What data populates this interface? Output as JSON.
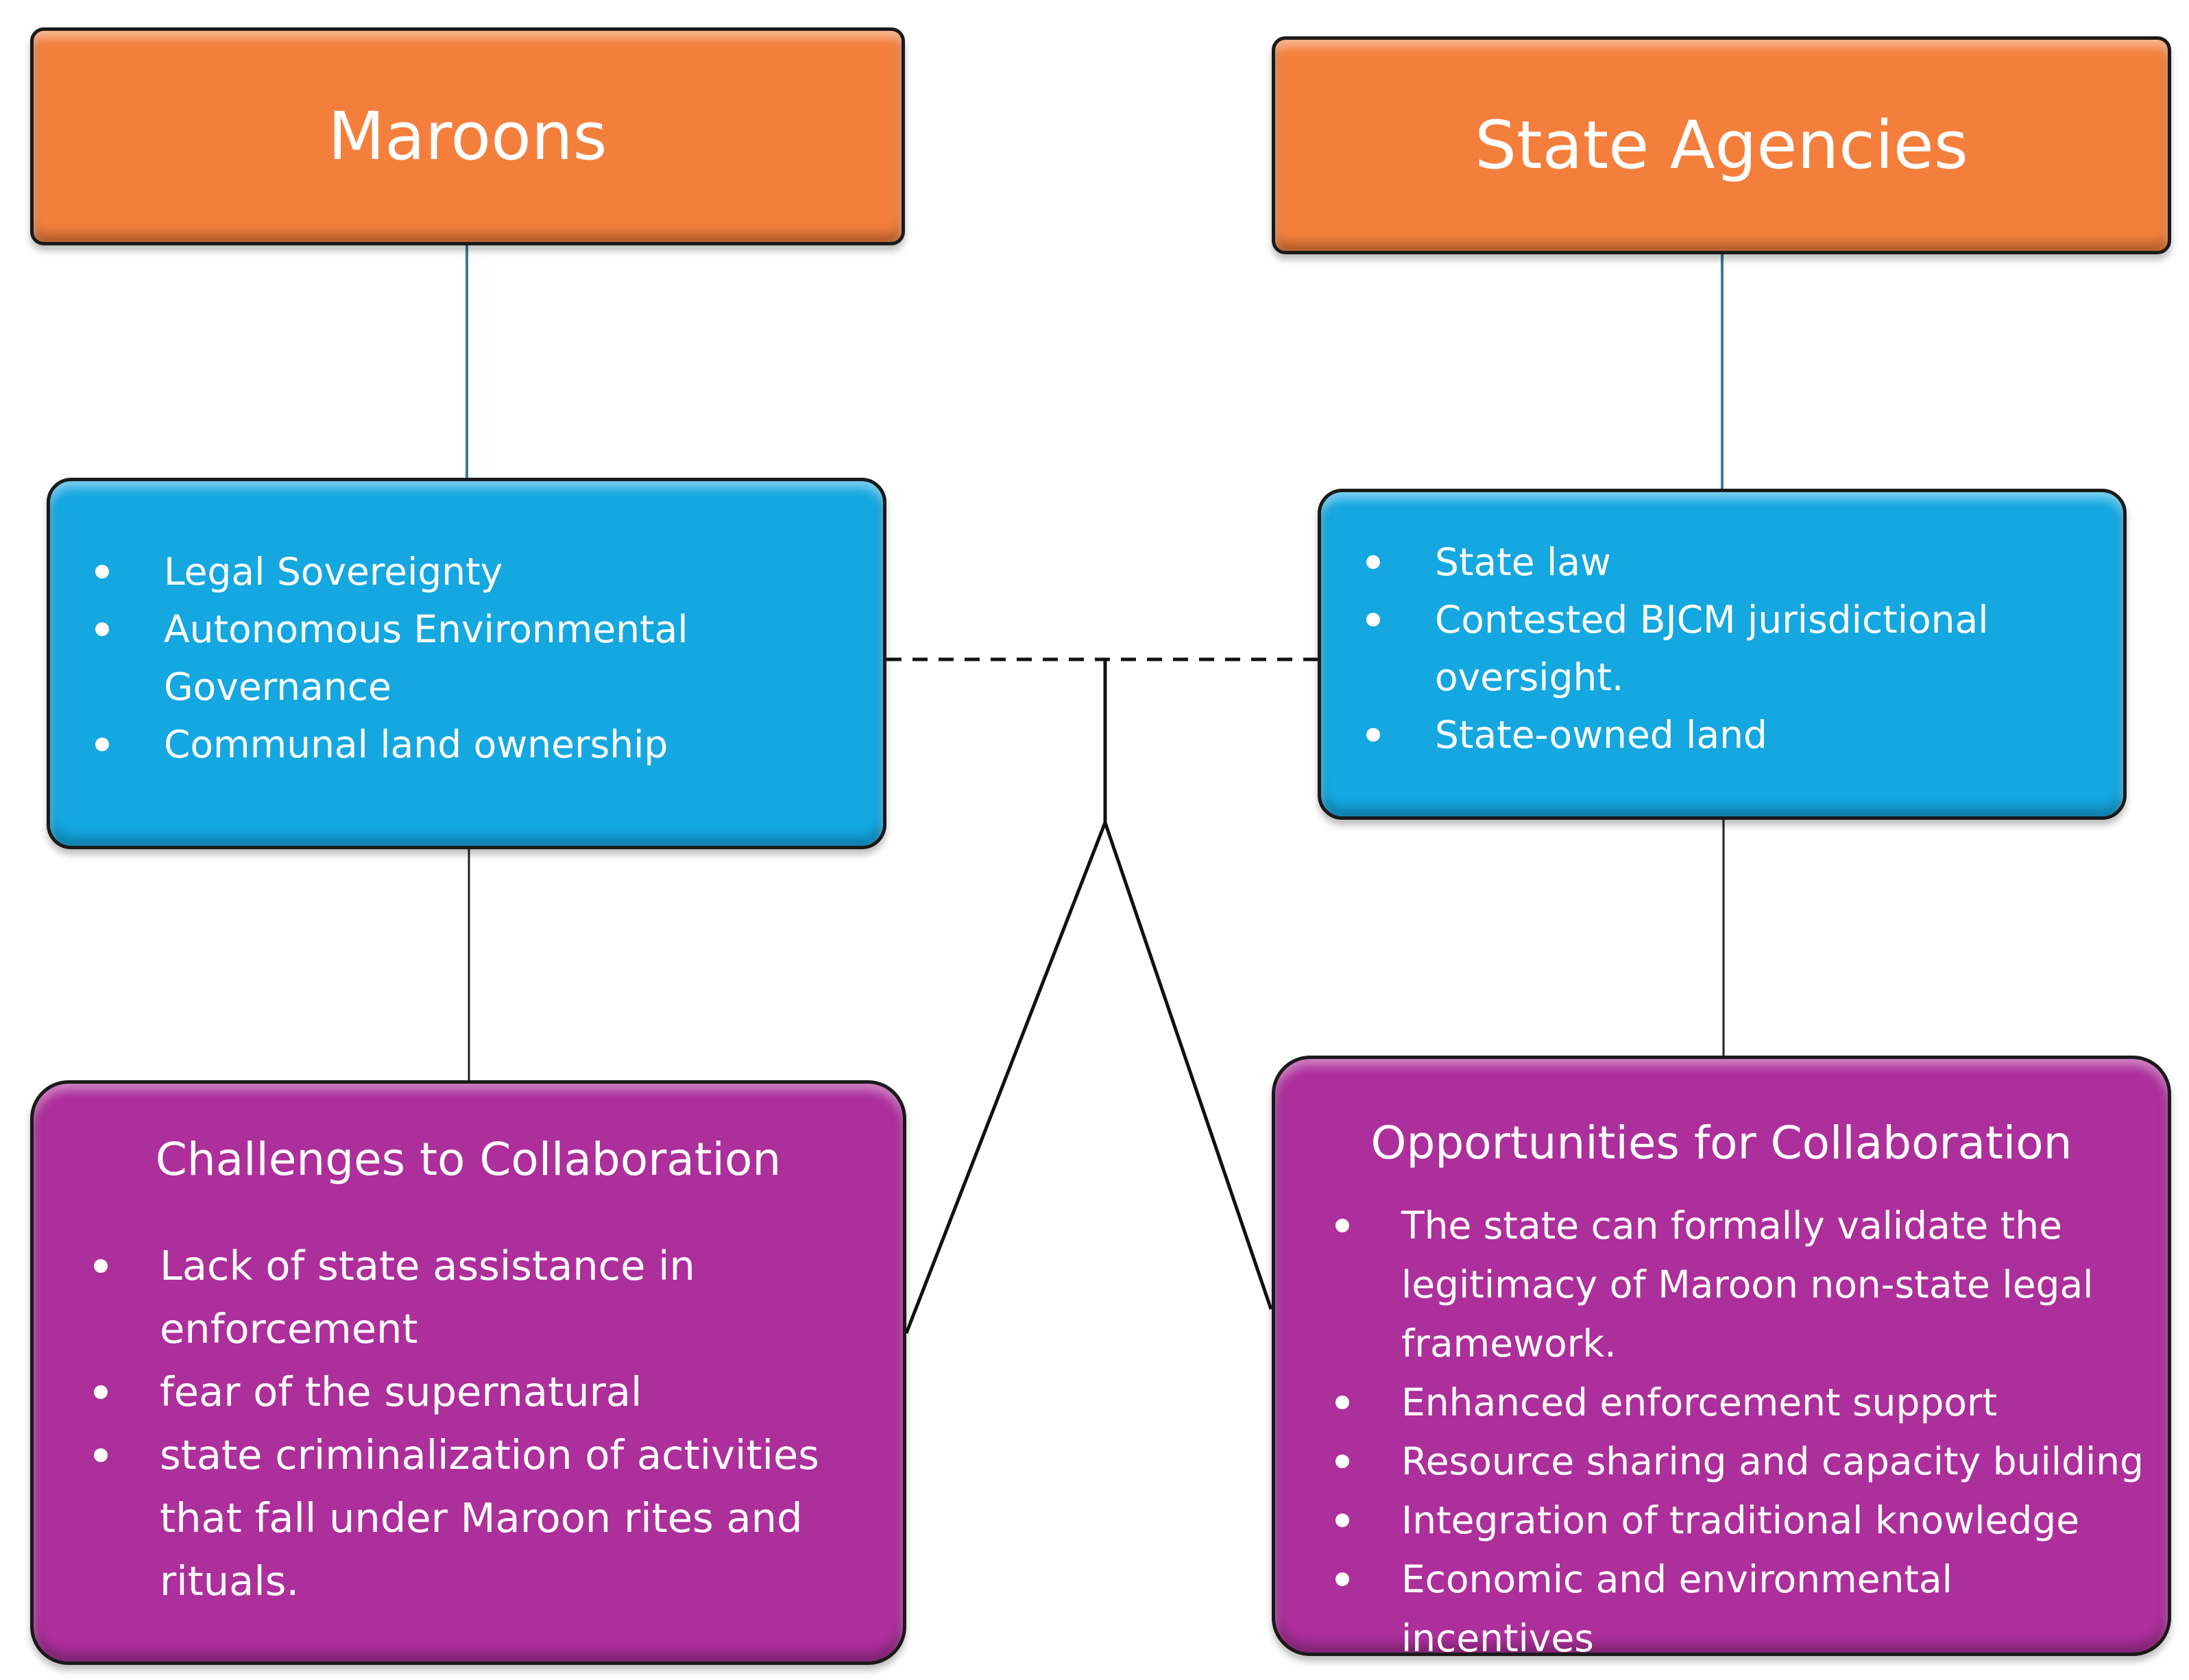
{
  "maroons": {
    "title": "Maroons"
  },
  "state": {
    "title": "State Agencies"
  },
  "maroons_attributes": [
    "Legal Sovereignty",
    "Autonomous Environmental Governance",
    "Communal land ownership"
  ],
  "state_attributes": [
    "State law",
    "Contested BJCM jurisdictional oversight.",
    "State-owned land"
  ],
  "challenges": {
    "title": "Challenges to Collaboration",
    "items": [
      "Lack of state assistance in enforcement",
      "fear of the supernatural",
      "state criminalization of activities that fall under Maroon rites and rituals."
    ]
  },
  "opportunities": {
    "title": "Opportunities for Collaboration",
    "items": [
      "The state can formally validate the legitimacy of Maroon non-state legal framework.",
      "Enhanced enforcement support",
      "Resource sharing and capacity building",
      "Integration of traditional knowledge",
      "Economic and environmental incentives"
    ]
  },
  "colors": {
    "header": "#f47f3c",
    "attributes": "#14a7e0",
    "outcomes": "#ad2f9b",
    "connector_top": "#3b7a99",
    "connector": "#111111"
  }
}
